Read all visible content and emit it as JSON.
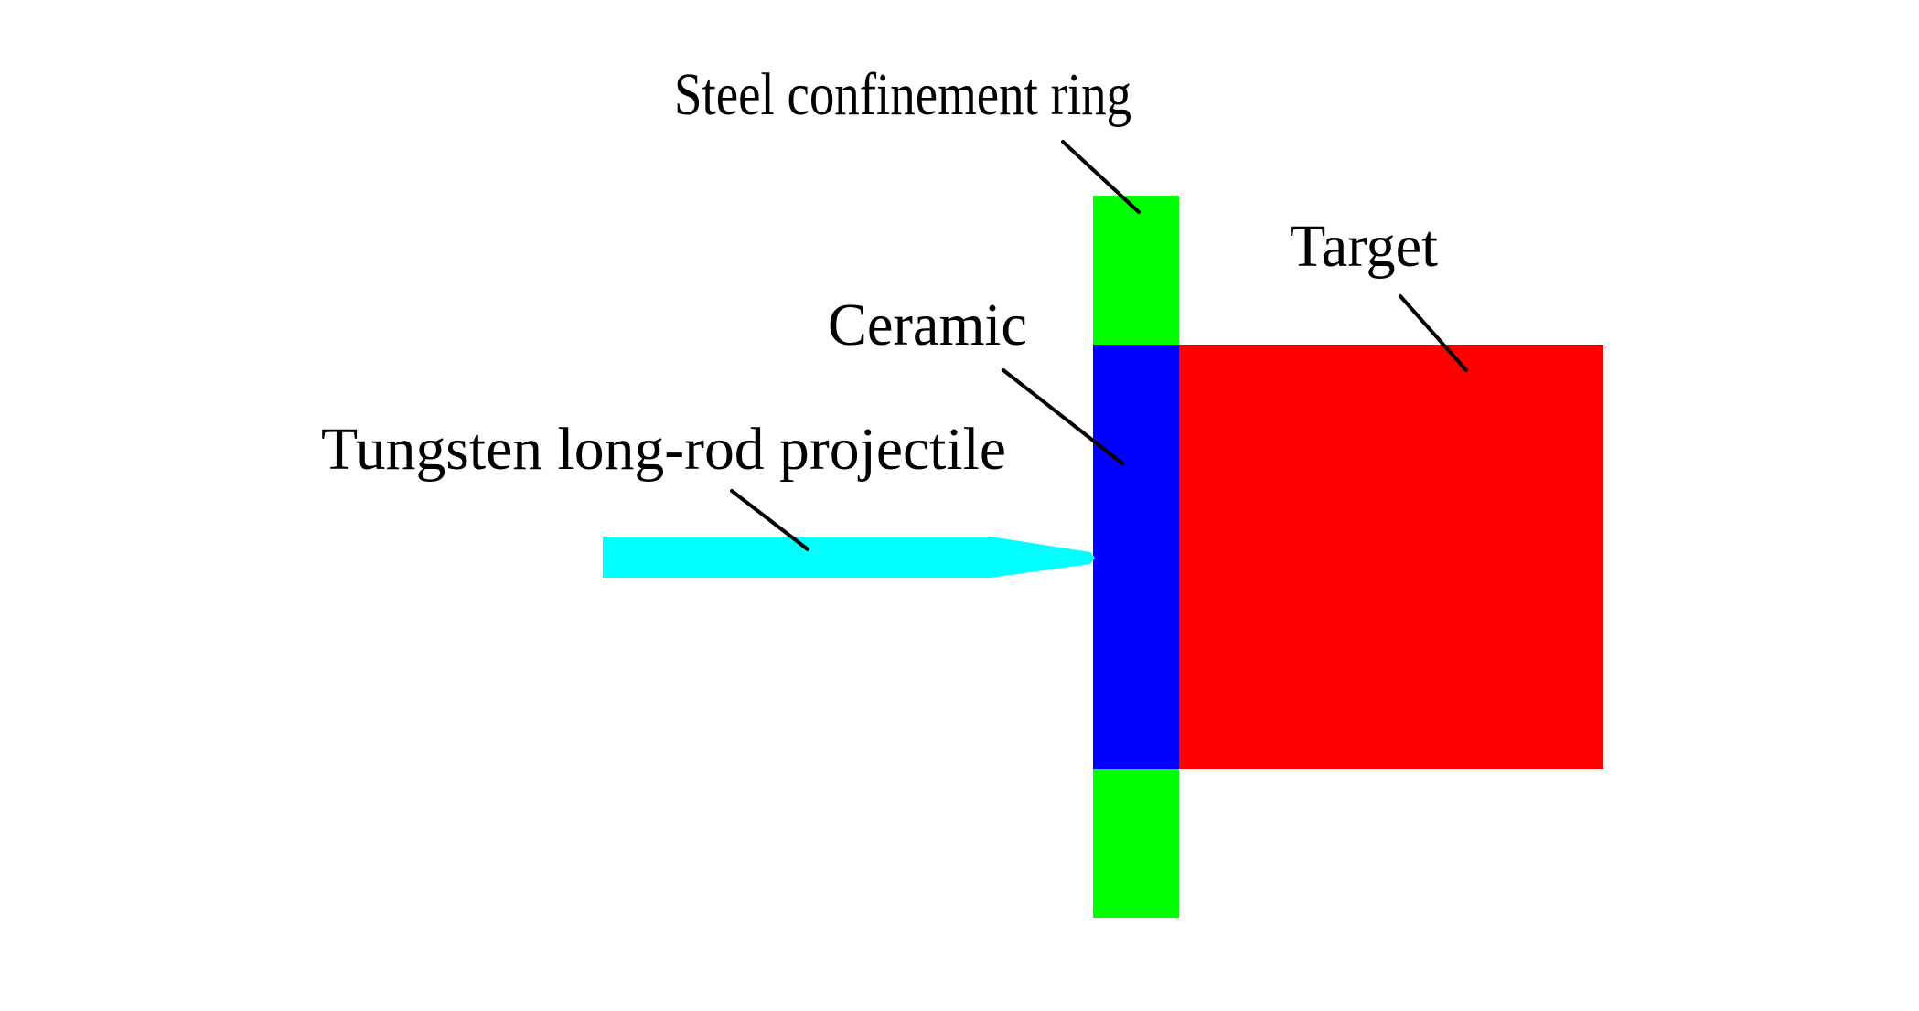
{
  "diagram": {
    "labels": {
      "steel_ring": "Steel confinement ring",
      "ceramic": "Ceramic",
      "target": "Target",
      "projectile": "Tungsten long-rod projectile"
    },
    "colors": {
      "steel_ring": "#00ff00",
      "ceramic": "#0000ff",
      "target": "#ff0000",
      "projectile": "#00ffff",
      "leader_lines": "#000000",
      "background": "#ffffff"
    }
  }
}
